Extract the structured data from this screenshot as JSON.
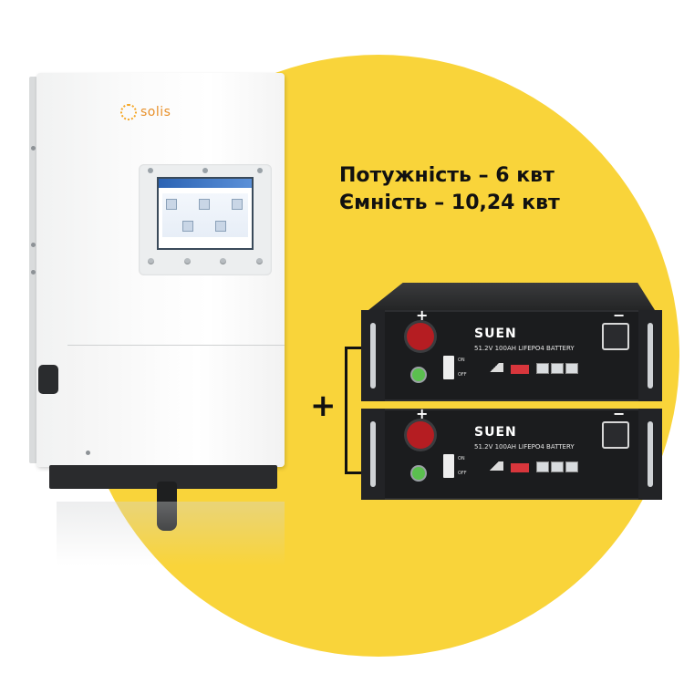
{
  "headline": {
    "power_line": "Потужність – 6 квт",
    "capacity_line": "Ємність – 10,24 квт"
  },
  "plus_symbol": "+",
  "inverter": {
    "brand_logo": "solis",
    "logo_icon": "sun-icon"
  },
  "batteries": [
    {
      "brand": "SUEN",
      "spec": "51.2V 100AH LIFEPO4 BATTERY",
      "positive_sign": "+",
      "negative_sign": "−",
      "switch_on": "ON",
      "switch_off": "OFF"
    },
    {
      "brand": "SUEN",
      "spec": "51.2V 100AH LIFEPO4 BATTERY",
      "positive_sign": "+",
      "negative_sign": "−",
      "switch_on": "ON",
      "switch_off": "OFF"
    }
  ],
  "colors": {
    "accent_yellow": "#f9d43a",
    "text_dark": "#111111",
    "battery_black": "#1b1c1e",
    "terminal_red": "#b51d22",
    "solis_orange": "#e8902a"
  }
}
